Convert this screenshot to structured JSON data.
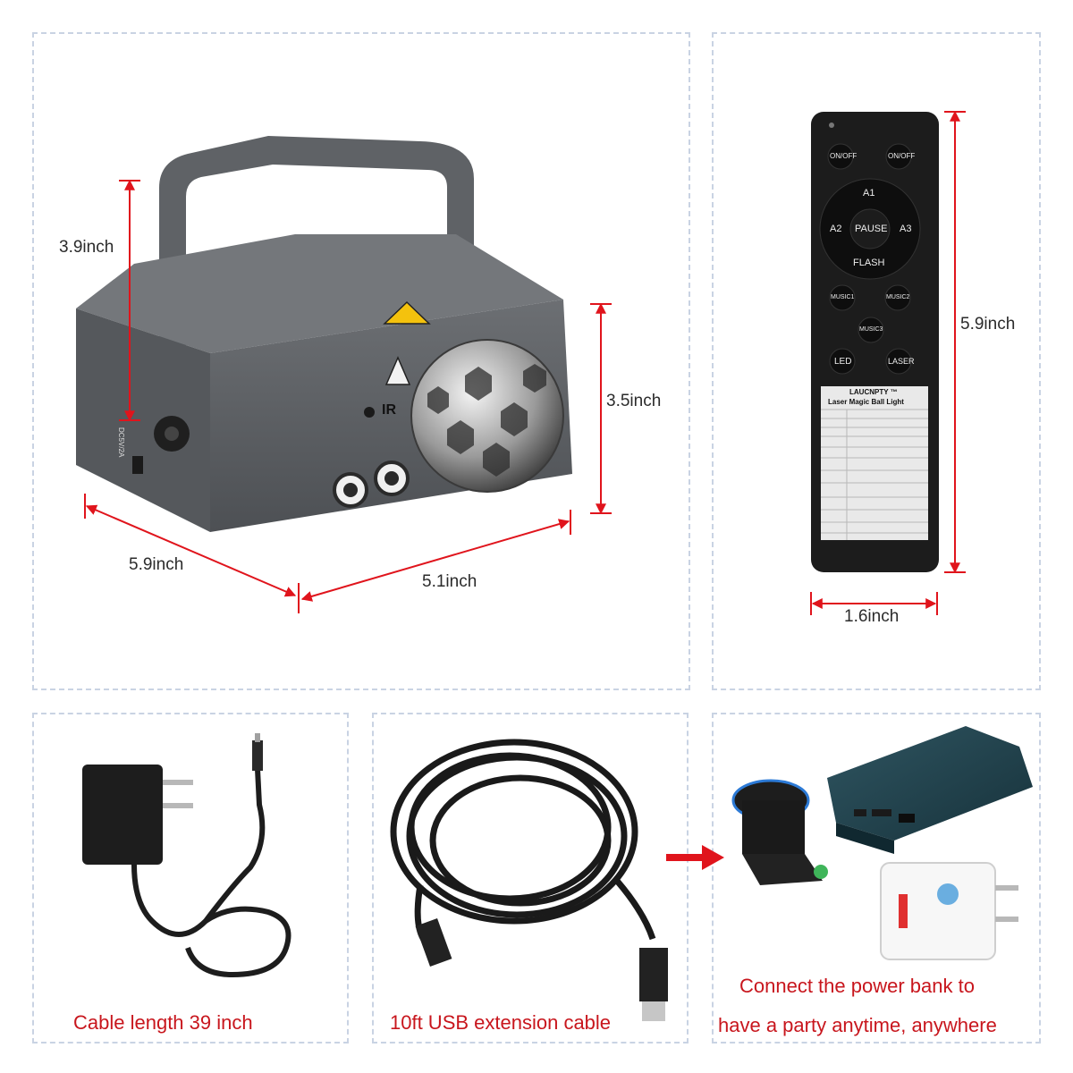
{
  "dimensions": {
    "height": "3.9inch",
    "depth": "3.5inch",
    "length": "5.9inch",
    "width": "5.1inch",
    "remote_height": "5.9inch",
    "remote_width": "1.6inch"
  },
  "device": {
    "ir_label": "IR",
    "power_jack_label": "DC5V/2A"
  },
  "remote": {
    "on_off_left": "ON/OFF",
    "on_off_right": "ON/OFF",
    "a1": "A1",
    "a2": "A2",
    "a3": "A3",
    "pause": "PAUSE",
    "flash": "FLASH",
    "music1": "MUSIC1",
    "music2": "MUSIC2",
    "music3": "MUSIC3",
    "led": "LED",
    "laser": "LASER",
    "label_brand": "LAUCNPTY ™",
    "label_title": "Laser Magic Ball Light"
  },
  "captions": {
    "adapter": "Cable length 39 inch",
    "usb_cable": "10ft USB extension cable",
    "power_bank_line1": "Connect the power bank to",
    "power_bank_line2": "have a party anytime, anywhere"
  },
  "colors": {
    "arrow": "#e0141c",
    "caption": "#c8161d",
    "panel_border": "#c9d3e3",
    "device_body": "#5d6064",
    "remote_body": "#1c1c1c"
  }
}
